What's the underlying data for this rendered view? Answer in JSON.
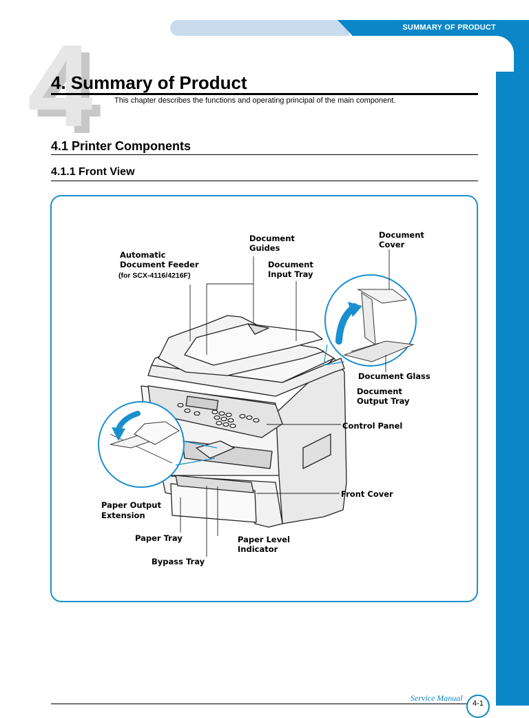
{
  "header": {
    "section_label": "SUMMARY OF PRODUCT"
  },
  "chapter": {
    "number": "4",
    "title": "4. Summary of Product",
    "description": "This chapter describes the functions and operating principal of the main component."
  },
  "sections": {
    "h1": "4.1 Printer Components",
    "h2": "4.1.1 Front View"
  },
  "figure": {
    "labels": {
      "adf": [
        "Automatic",
        "Document Feeder"
      ],
      "adf_note": "(for SCX-4116/4216F)",
      "doc_guides": [
        "Document",
        "Guides"
      ],
      "doc_input_tray": [
        "Document",
        "Input Tray"
      ],
      "doc_cover": [
        "Document",
        "Cover"
      ],
      "doc_glass": "Document Glass",
      "doc_output_tray": [
        "Document",
        "Output Tray"
      ],
      "control_panel": "Control Panel",
      "front_cover": "Front Cover",
      "paper_output_ext": [
        "Paper Output",
        "Extension"
      ],
      "paper_tray": "Paper Tray",
      "paper_level": [
        "Paper Level",
        "Indicator"
      ],
      "bypass_tray": "Bypass Tray"
    }
  },
  "footer": {
    "text": "Service Manual",
    "page": "4-1"
  },
  "colors": {
    "accent": "#0b86c7",
    "accent_light": "#c9dbee",
    "frame": "#1a8fcf"
  }
}
